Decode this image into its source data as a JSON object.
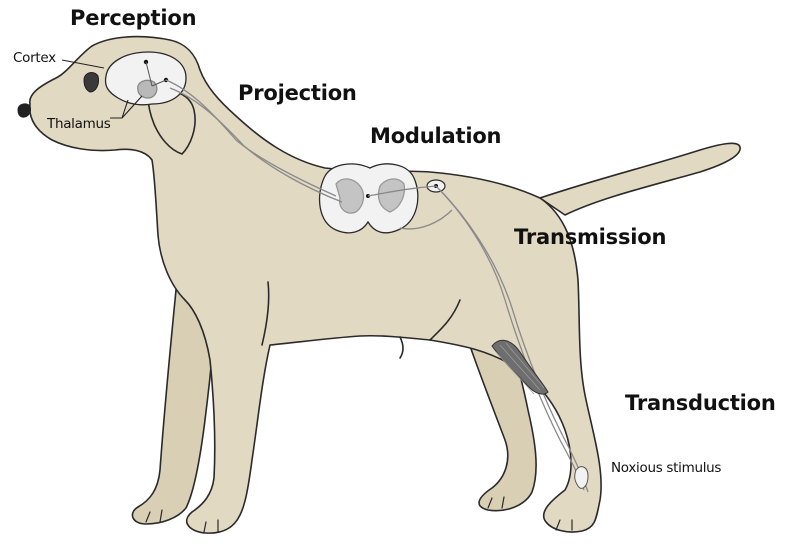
{
  "labels": {
    "perception": "Perception",
    "projection": "Projection",
    "modulation": "Modulation",
    "transmission": "Transmission",
    "transduction": "Transduction",
    "cortex": "Cortex",
    "thalamus": "Thalamus",
    "noxious_stimulus": "Noxious stimulus"
  },
  "colors": {
    "body_fill": "#e2d9c2",
    "outline": "#2a2a2a",
    "brain_fill": "#f2f2f2",
    "gray_matter": "#b9b9b9",
    "nerve": "#8a8a8a",
    "muscle": "#6e6e6e"
  }
}
